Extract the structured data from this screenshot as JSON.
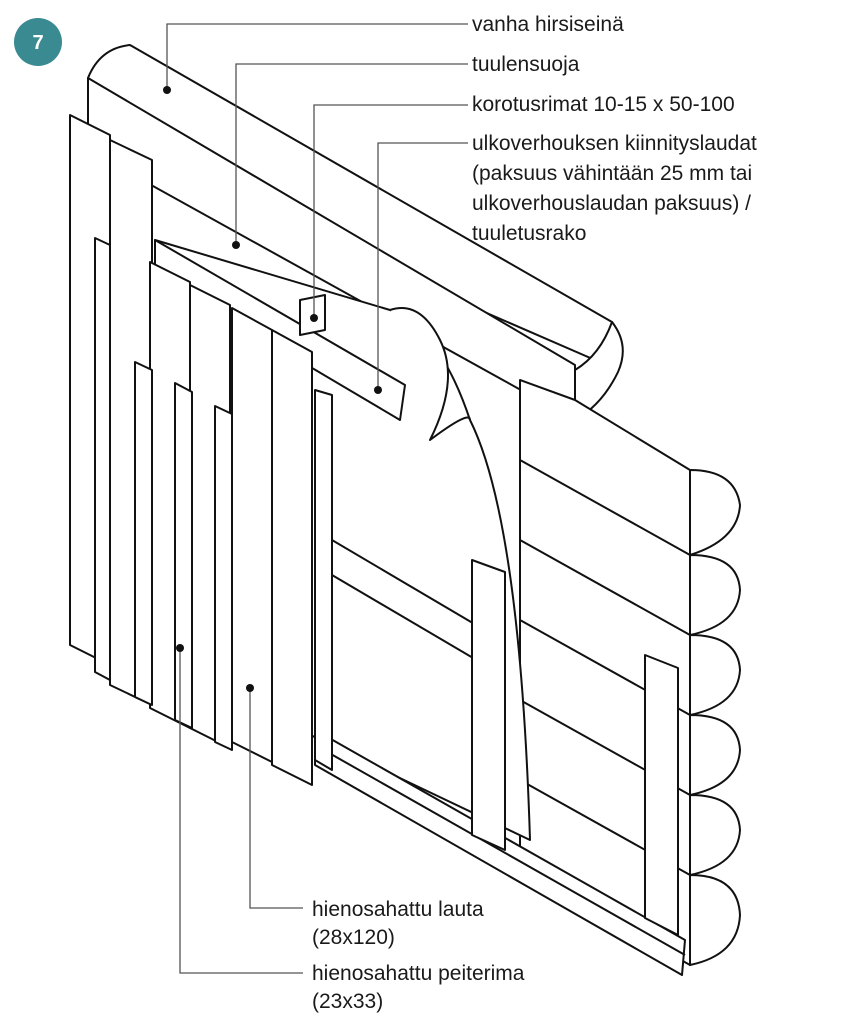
{
  "badge": {
    "number": "7",
    "color": "#3a8a92"
  },
  "labels": {
    "old_log_wall": "vanha hirsiseinä",
    "wind_barrier": "tuulensuoja",
    "raising_battens": "korotusrimat 10-15 x 50-100",
    "fixing_boards_line1": "ulkoverhouksen kiinnityslaudat",
    "fixing_boards_line2": "(paksuus vähintään 25 mm tai",
    "fixing_boards_line3": "ulkoverhouslaudan paksuus) /",
    "fixing_boards_line4": "tuuletusrako",
    "board_line1": "hienosahattu lauta",
    "board_line2": "(28x120)",
    "cover_strip_line1": "hienosahattu peiterima",
    "cover_strip_line2": "(23x33)"
  }
}
